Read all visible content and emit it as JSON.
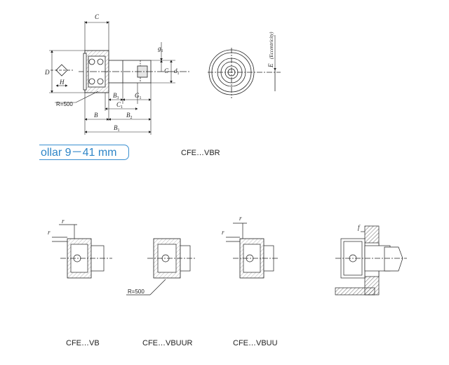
{
  "tab_label": "ollar 9－41 mm",
  "main_caption": "CFE…VBR",
  "captions": {
    "vb": "CFE…VB",
    "vbuur": "CFE…VBUUR",
    "vbuu": "CFE…VBUU"
  },
  "dims": {
    "C": "C",
    "D": "D",
    "H": "H",
    "g1": "g",
    "g1_sub": "1",
    "G": "G",
    "d1": "d",
    "d1_sub": "1",
    "B": "B",
    "B1": "B",
    "B1_sub": "1",
    "B2": "B",
    "B2_sub": "2",
    "B3": "B",
    "B3_sub": "3",
    "C1": "C",
    "C1_sub": "1",
    "G1": "G",
    "G1_sub": "1",
    "E": "E",
    "E_note": "(Eccentricity)",
    "r": "r",
    "f": "f"
  },
  "radius_main": "R=500",
  "radius_vbuur": "R=500"
}
